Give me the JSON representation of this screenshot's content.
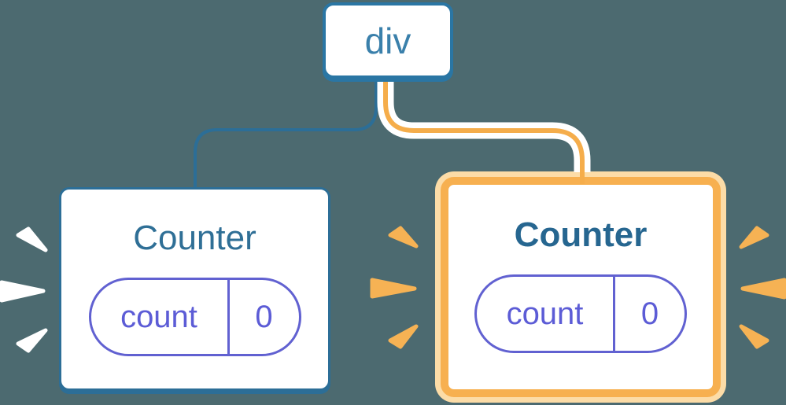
{
  "diagram": {
    "description": "React component tree: div root with two Counter children; right child highlighted as re-rendered with state preserved",
    "root": {
      "label": "div"
    },
    "children": [
      {
        "title": "Counter",
        "highlighted": false,
        "state": {
          "key": "count",
          "value": "0"
        }
      },
      {
        "title": "Counter",
        "highlighted": true,
        "state": {
          "key": "count",
          "value": "0"
        }
      }
    ],
    "colors": {
      "background": "#4C6A70",
      "card_bg": "#FFFFFF",
      "node_border_blue": "#2C6E97",
      "root_border_blue": "#2A76A4",
      "root_text_blue": "#3A80AB",
      "counter_title_blue": "#2F6F96",
      "counter_title_highlight_blue": "#266690",
      "highlight_orange": "#F7B050",
      "highlight_orange_light": "#FCDCA7",
      "connector_blue": "#2C6E97",
      "connector_orange_core": "#F5AD4B",
      "connector_casing": "#FFFFFF",
      "burst_marks_white": "#FFFFFF",
      "burst_marks_orange": "#F6B254",
      "state_pill_purple": "#6161D1",
      "state_text_purple": "#5C5CD6"
    }
  }
}
